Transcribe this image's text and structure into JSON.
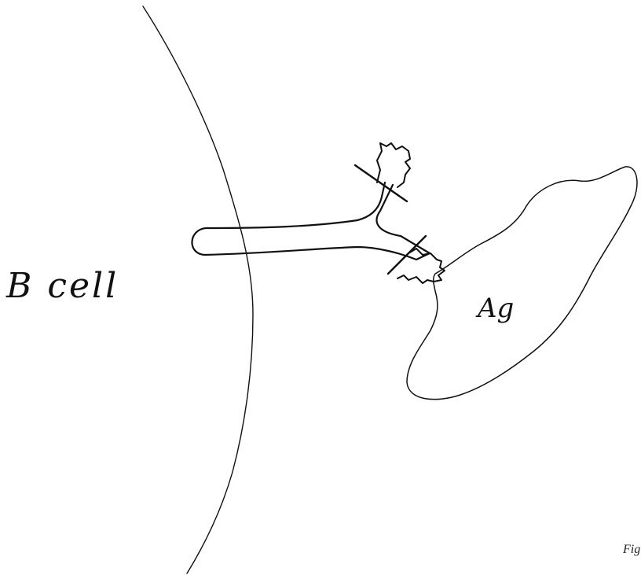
{
  "diagram": {
    "cell_label": "B cell",
    "antigen_label": "Ag",
    "caption": "Fig"
  },
  "colors": {
    "ink": "#111111",
    "background": "#ffffff"
  }
}
